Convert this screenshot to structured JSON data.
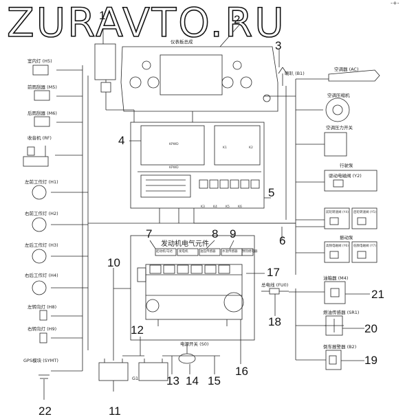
{
  "watermark": "ZURAVTO.RU",
  "corner_mark": "-+-",
  "left_components": [
    {
      "key": "H5",
      "label": "室内灯 (H5)"
    },
    {
      "key": "M5",
      "label": "前雨刮器 (M5)"
    },
    {
      "key": "M6",
      "label": "后雨刮器 (M6)"
    },
    {
      "key": "RF",
      "label": "收音机 (RF)"
    },
    {
      "key": "H1",
      "label": "左前工作灯 (H1)"
    },
    {
      "key": "H2",
      "label": "右前工作灯 (H2)"
    },
    {
      "key": "H3",
      "label": "左后工作灯 (H3)"
    },
    {
      "key": "H4",
      "label": "右后工作灯 (H4)"
    },
    {
      "key": "H8",
      "label": "左转向灯 (H8)"
    },
    {
      "key": "H9",
      "label": "右转向灯 (H9)"
    },
    {
      "key": "SYMT",
      "label": "GPS模块 (SYMT)"
    }
  ],
  "right_components": {
    "ac": "空调器 (AC)",
    "compressor": "空调压缩机",
    "pressure_switch": "空调压力开关",
    "travel_group": "行驶泵",
    "y2": "驱动电磁阀 (Y2)",
    "y4": "前轮转速阀 (Y4)",
    "y5": "后轮转速阀 (Y5)",
    "vibration_group": "振动泵",
    "y6": "高频电磁阀 (Y6)",
    "y7": "低频电磁阀 (Y7)",
    "m4": "油箱器 (M4)",
    "sr1": "燃油传感器 (SR1)",
    "b2": "倒车报警器 (B2)"
  },
  "center_labels": {
    "dashboard": "仪表板总成",
    "horn": "喇叭 (B1)",
    "engine_title": "发动机电气元件",
    "main_fuse": "总电线 (FU0)",
    "power_switch": "电源开关 (S0)",
    "battery_g1": "G1",
    "ecu": "KPWD",
    "relays": [
      "K1",
      "K2",
      "K3",
      "K4",
      "K5",
      "K6"
    ],
    "engine_parts": [
      "起动机/马达",
      "发电机",
      "油压传感器",
      "水温传感器",
      "预热继电器"
    ]
  },
  "callouts": [
    "1",
    "2",
    "3",
    "4",
    "5",
    "6",
    "7",
    "8",
    "9",
    "10",
    "11",
    "12",
    "13",
    "14",
    "15",
    "16",
    "17",
    "18",
    "19",
    "20",
    "21",
    "22"
  ]
}
